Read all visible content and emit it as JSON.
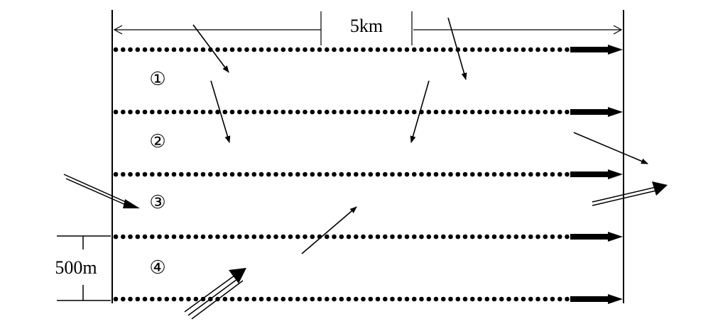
{
  "width_label": "5km",
  "spacing_label": "500m",
  "zone_labels": [
    "①",
    "②",
    "③",
    "④"
  ],
  "colors": {
    "ink": "#000000",
    "background": "#ffffff"
  }
}
